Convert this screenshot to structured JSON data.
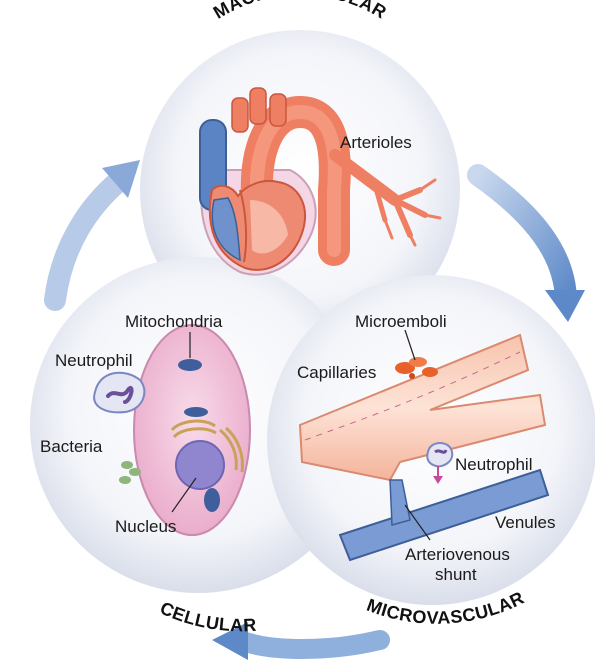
{
  "sections": {
    "macrovascular": "MACROVASCULAR",
    "microvascular": "MICROVASCULAR",
    "cellular": "CELLULAR"
  },
  "labels": {
    "arterioles": "Arterioles",
    "mitochondria": "Mitochondria",
    "neutrophil_cell": "Neutrophil",
    "bacteria": "Bacteria",
    "nucleus": "Nucleus",
    "microemboli": "Microemboli",
    "capillaries": "Capillaries",
    "neutrophil_vessel": "Neutrophil",
    "venules": "Venules",
    "arteriovenous_line1": "Arteriovenous",
    "arteriovenous_line2": "shunt"
  },
  "colors": {
    "artery": "#f08a70",
    "vein": "#5b84c4",
    "circle_fill": "#eef0f7",
    "cycle_arrow": "#6f97cf",
    "cell_body": "#f3c6dc",
    "nucleus": "#8f86cf"
  }
}
